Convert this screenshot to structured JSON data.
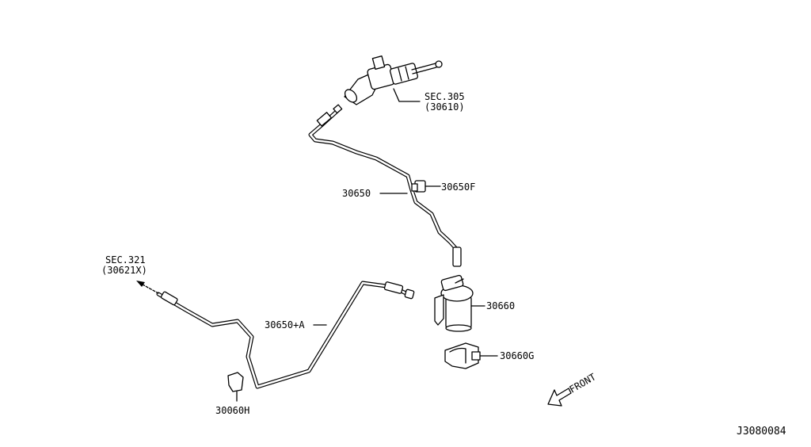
{
  "diagram_id": "J3080084",
  "direction_label": "FRONT",
  "callouts": {
    "master_cylinder_sec": "SEC.305",
    "master_cylinder_part": "(30610)",
    "tube_upper": "30650",
    "clip_upper": "30650F",
    "damper": "30660",
    "damper_bracket": "30660G",
    "tube_lower": "30650+A",
    "clip_lower": "30060H",
    "operating_cylinder_sec": "SEC.321",
    "operating_cylinder_part": "(30621X)"
  }
}
